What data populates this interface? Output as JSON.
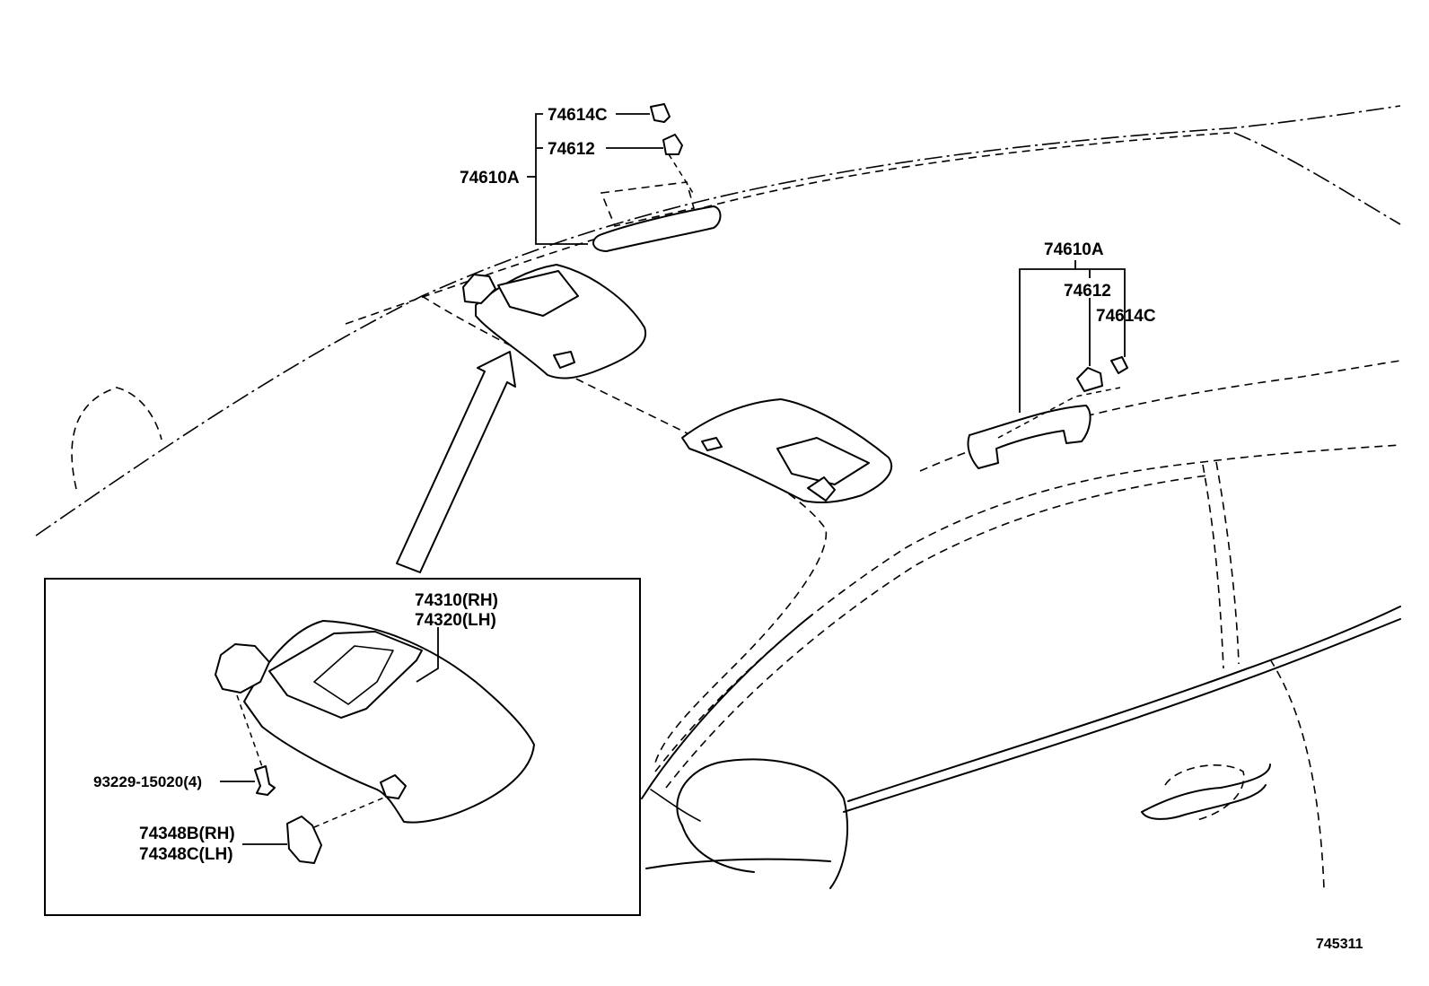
{
  "labels": {
    "grip_left_assy": "74610A",
    "grip_left_cover": "74614C",
    "grip_left_cap": "74612",
    "grip_right_assy": "74610A",
    "grip_right_cap": "74612",
    "grip_right_cover": "74614C",
    "visor_rh": "74310(RH)",
    "visor_lh": "74320(LH)",
    "screw": "93229-15020(4)",
    "holder_rh": "74348B(RH)",
    "holder_lh": "74348C(LH)",
    "figure_id": "745311"
  }
}
